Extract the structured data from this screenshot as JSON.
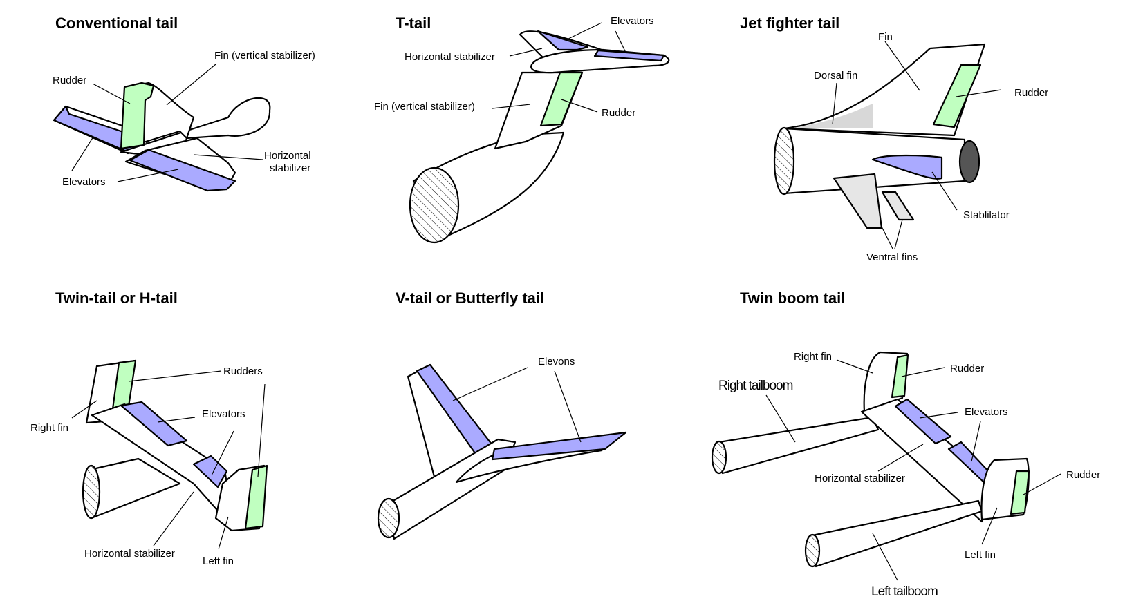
{
  "colors": {
    "elevator": "#aaaaff",
    "rudder": "#c0ffc0",
    "fin_grey": "#e6e6e6",
    "nozzle": "#555555"
  },
  "panels": {
    "conventional": {
      "title": "Conventional tail",
      "fin": "Fin (vertical stabilizer)",
      "rudder": "Rudder",
      "hstab_1": "Horizontal",
      "hstab_2": "stabilizer",
      "elevators": "Elevators"
    },
    "ttail": {
      "title": "T-tail",
      "elevators": "Elevators",
      "hstab": "Horizontal stabilizer",
      "fin": "Fin (vertical stabilizer)",
      "rudder": "Rudder"
    },
    "jet": {
      "title": "Jet fighter tail",
      "fin": "Fin",
      "dorsal": "Dorsal fin",
      "rudder": "Rudder",
      "stabilator": "Stablilator",
      "ventral": "Ventral fins"
    },
    "twin": {
      "title": "Twin-tail or H-tail",
      "rudders": "Rudders",
      "right_fin": "Right fin",
      "elevators": "Elevators",
      "hstab": "Horizontal stabilizer",
      "left_fin": "Left fin"
    },
    "vtail": {
      "title": "V-tail or Butterfly tail",
      "elevons": "Elevons"
    },
    "boom": {
      "title": "Twin boom tail",
      "right_fin": "Right fin",
      "rudder_top": "Rudder",
      "right_boom": "Right tailboom",
      "elevators": "Elevators",
      "hstab": "Horizontal stabilizer",
      "rudder_bottom": "Rudder",
      "left_fin": "Left fin",
      "left_boom": "Left tailboom"
    }
  }
}
